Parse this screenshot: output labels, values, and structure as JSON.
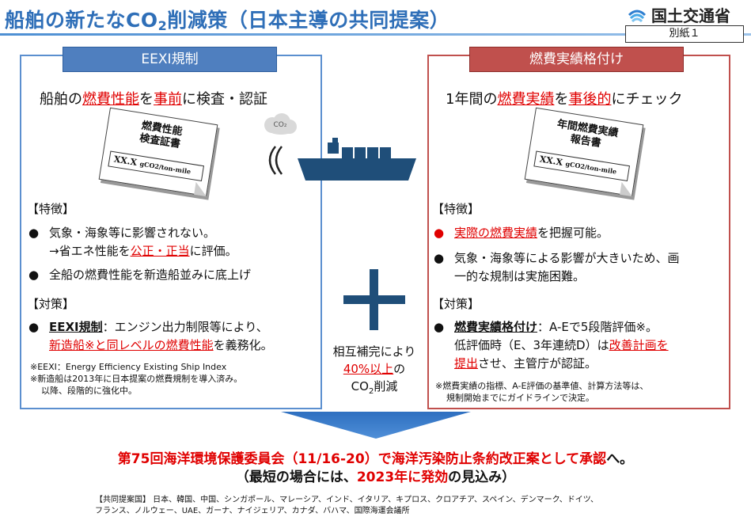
{
  "header": {
    "title_pre": "船舶の新たなCO",
    "title_sub": "2",
    "title_post": "削減策（日本主導の共同提案）",
    "ministry": "国土交通省",
    "attachment": "別紙１"
  },
  "left": {
    "tab": "EEXI規制",
    "headline": {
      "a": "船舶の",
      "b": "燃費性能",
      "c": "を",
      "d": "事前",
      "e": "に検査・認証"
    },
    "doc": {
      "title_line1": "燃費性能",
      "title_line2": "検査証書",
      "value": "XX.X",
      "unit": "gCO2/ton-mile"
    },
    "features_label": "【特徴】",
    "feature1": {
      "bullet": "●",
      "line1": "気象・海象等に影響されない。",
      "line2_pre": "→省エネ性能を",
      "line2_red": "公正・正当",
      "line2_post": "に評価。"
    },
    "feature2": {
      "bullet": "●",
      "text": "全船の燃費性能を新造船並みに底上げ"
    },
    "measures_label": "【対策】",
    "measure": {
      "bullet": "●",
      "bold": "EEXI規制",
      "line1_post": "：エンジン出力制限等により、",
      "line2_red": "新造船※と同レベルの燃費性能",
      "line2_post": "を義務化。"
    },
    "note1": "※EEXI：Energy Efficiency Existing Ship Index",
    "note2": "※新造船は2013年に日本提案の燃費規制を導入済み。",
    "note3": "以降、段階的に強化中。"
  },
  "right": {
    "tab": "燃費実績格付け",
    "headline": {
      "a": "1年間の",
      "b": "燃費実績",
      "c": "を",
      "d": "事後的",
      "e": "にチェック"
    },
    "doc": {
      "title_line1": "年間燃費実績",
      "title_line2": "報告書",
      "value": "XX.X",
      "unit": "gCO2/ton-mile"
    },
    "features_label": "【特徴】",
    "feature1": {
      "bullet": "●",
      "red": "実際の燃費実績",
      "post": "を把握可能。"
    },
    "feature2": {
      "bullet": "●",
      "line1": "気象・海象等による影響が大きいため、画",
      "line2": "一的な規制は実施困難。"
    },
    "measures_label": "【対策】",
    "measure": {
      "bullet": "●",
      "bold": "燃費実績格付け",
      "line1_post": "：A-Eで5段階評価※。",
      "line2_pre": "低評価時（E、3年連続D）は",
      "line2_red": "改善計画を",
      "line3_red": "提出",
      "line3_post": "させ、主管庁が認証。"
    },
    "note1": "※燃費実績の指標、A-E評価の基準値、計算方法等は、",
    "note2": "規制開始までにガイドラインで決定。"
  },
  "center": {
    "co2_bubble": "CO₂",
    "line1": "相互補完により",
    "line2": "40%以上",
    "line2_post": "の",
    "line3_pre": "CO",
    "line3_sub": "2",
    "line3_post": "削減"
  },
  "conclusion": {
    "line1_red": "第75回海洋環境保護委員会（11/16-20）で海洋汚染防止条約改正案として承認",
    "line1_post": "へ。",
    "line2_pre": "（最短の場合には、",
    "line2_red": "2023年に発効",
    "line2_post": "の見込み）"
  },
  "footer": {
    "line1": "【共同提案国】 日本、韓国、中国、シンガポール、マレーシア、インド、イタリア、キプロス、クロアチア、スペイン、デンマーク、ドイツ、",
    "line2": "フランス、ノルウェー、UAE、ガーナ、ナイジェリア、カナダ、バハマ、国際海運会議所"
  },
  "colors": {
    "blue": "#4f7fbf",
    "red": "#c0504d",
    "accent_red": "#e00000",
    "navy": "#1f4e79"
  }
}
